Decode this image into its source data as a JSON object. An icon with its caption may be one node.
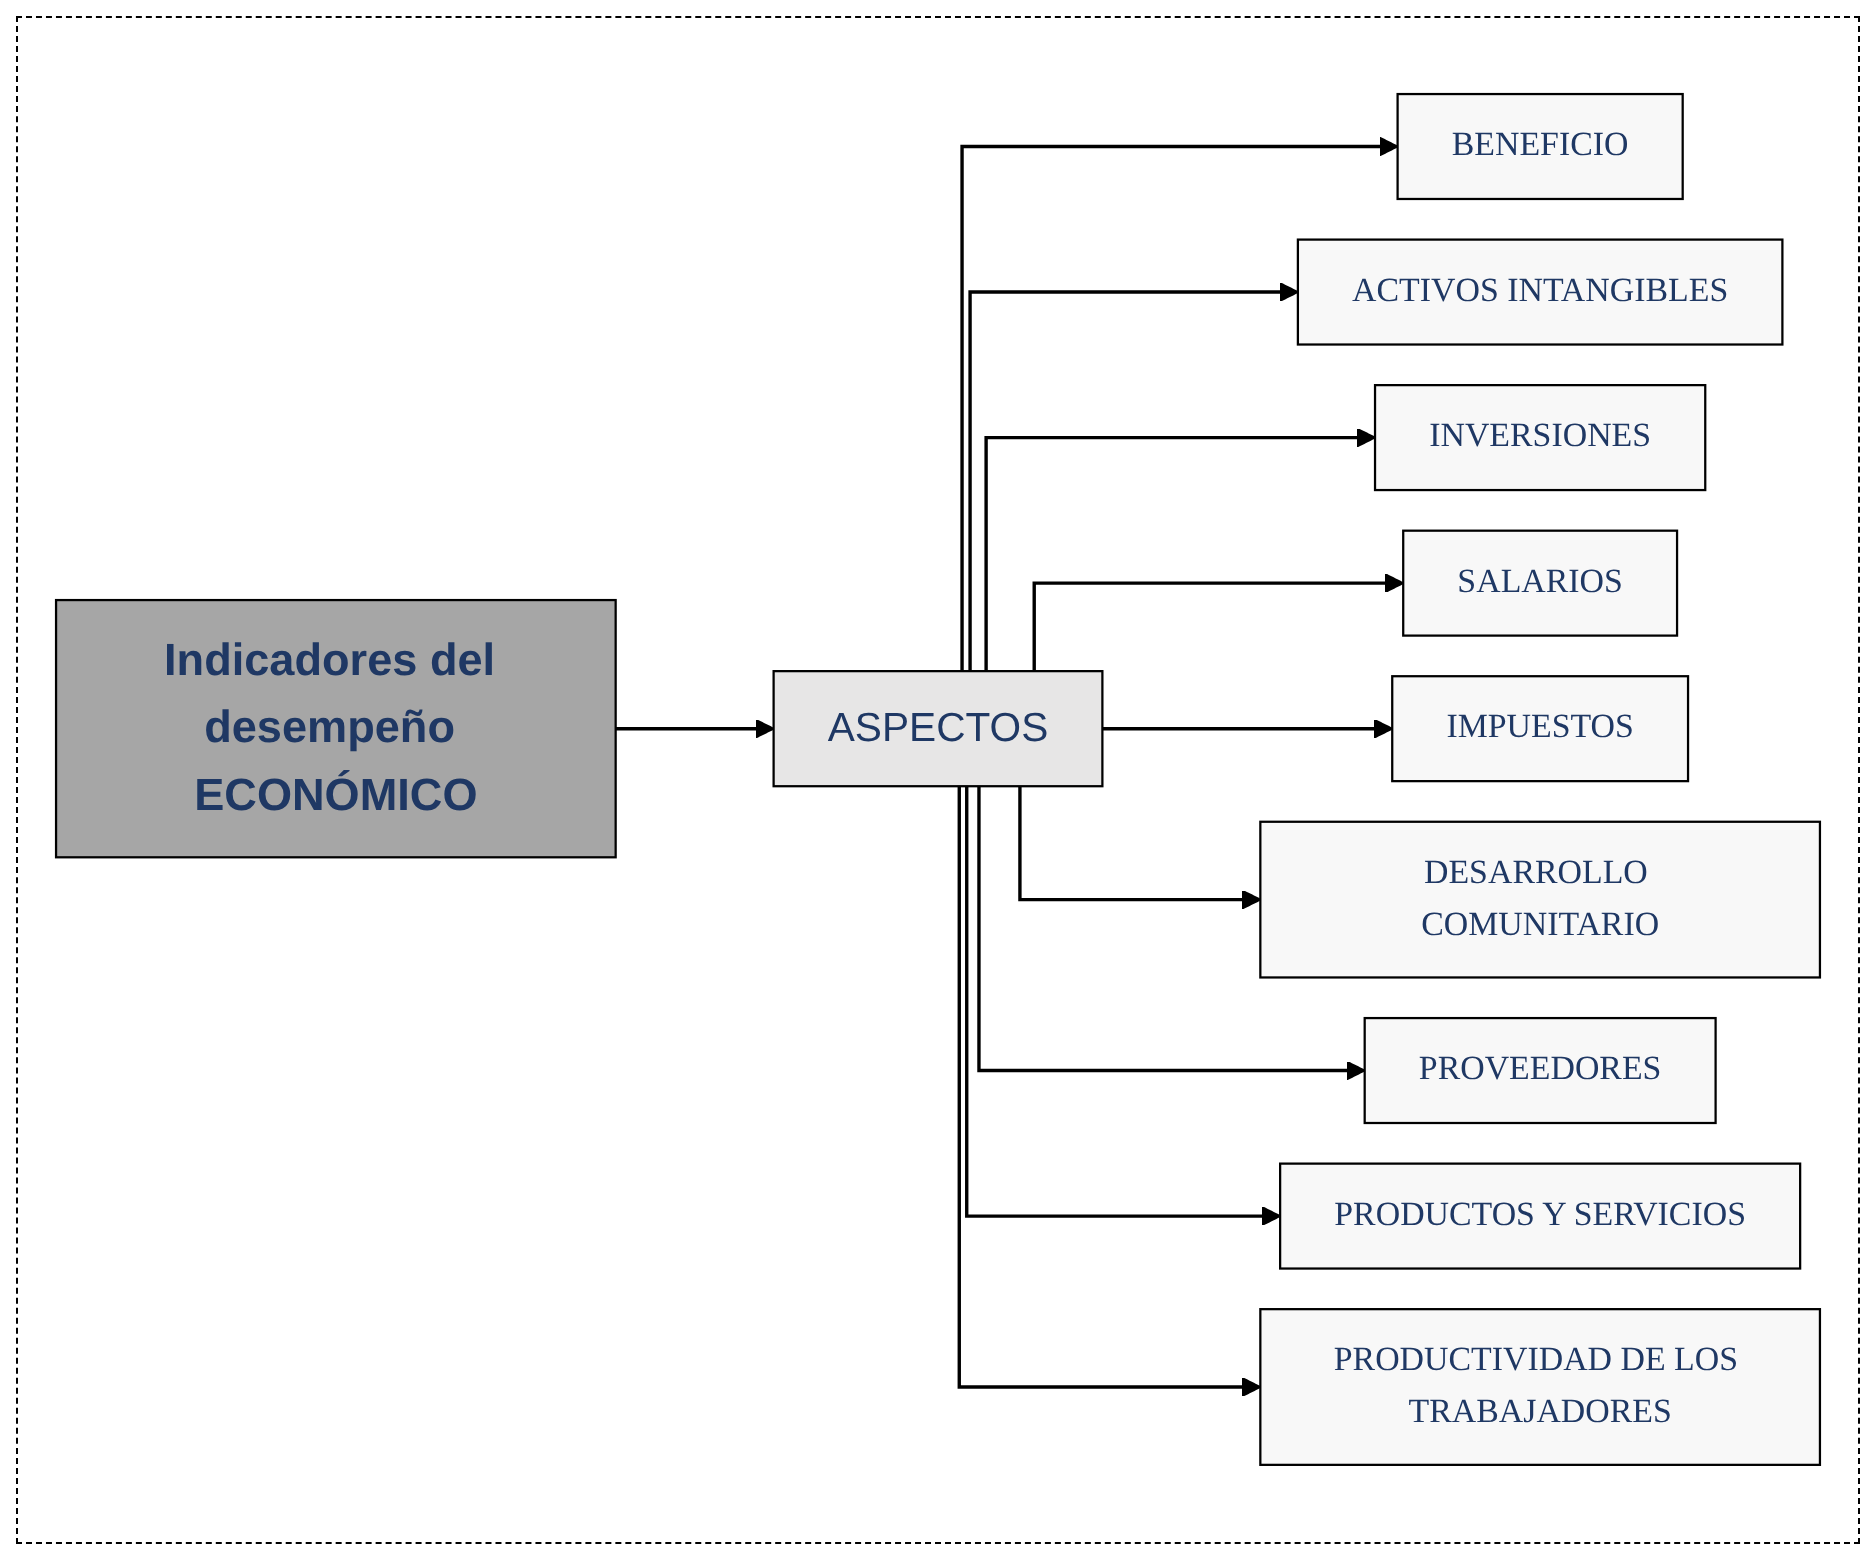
{
  "diagram": {
    "nodes": [
      {
        "text": [
          "Indicadores del desempeño ECONÓMICO"
        ]
      },
      {
        "text": [
          "ASPECTOS"
        ]
      },
      {
        "text": [
          "BENEFICIO"
        ]
      },
      {
        "text": [
          "ACTIVOS INTANGIBLES"
        ]
      },
      {
        "text": [
          "INVERSIONES"
        ]
      },
      {
        "text": [
          "SALARIOS"
        ]
      },
      {
        "text": [
          "IMPUESTOS"
        ]
      },
      {
        "text": [
          "DESARROLLO COMUNITARIO"
        ]
      },
      {
        "text": [
          "PROVEEDORES"
        ]
      },
      {
        "text": [
          "PRODUCTOS Y SERVICIOS"
        ]
      },
      {
        "text": [
          "PRODUCTIVIDAD DE LOS TRABAJADORES"
        ]
      }
    ],
    "edges": [
      {
        "from": 0,
        "to": 1,
        "arrow": "to"
      },
      {
        "from": 1,
        "to": 2,
        "arrow": "to"
      },
      {
        "from": 1,
        "to": 3,
        "arrow": "to"
      },
      {
        "from": 1,
        "to": 4,
        "arrow": "to"
      },
      {
        "from": 1,
        "to": 5,
        "arrow": "to"
      },
      {
        "from": 1,
        "to": 6,
        "arrow": "to"
      },
      {
        "from": 1,
        "to": 7,
        "arrow": "to"
      },
      {
        "from": 1,
        "to": 8,
        "arrow": "to"
      },
      {
        "from": 1,
        "to": 9,
        "arrow": "to"
      },
      {
        "from": 1,
        "to": 10,
        "arrow": "to"
      }
    ]
  }
}
